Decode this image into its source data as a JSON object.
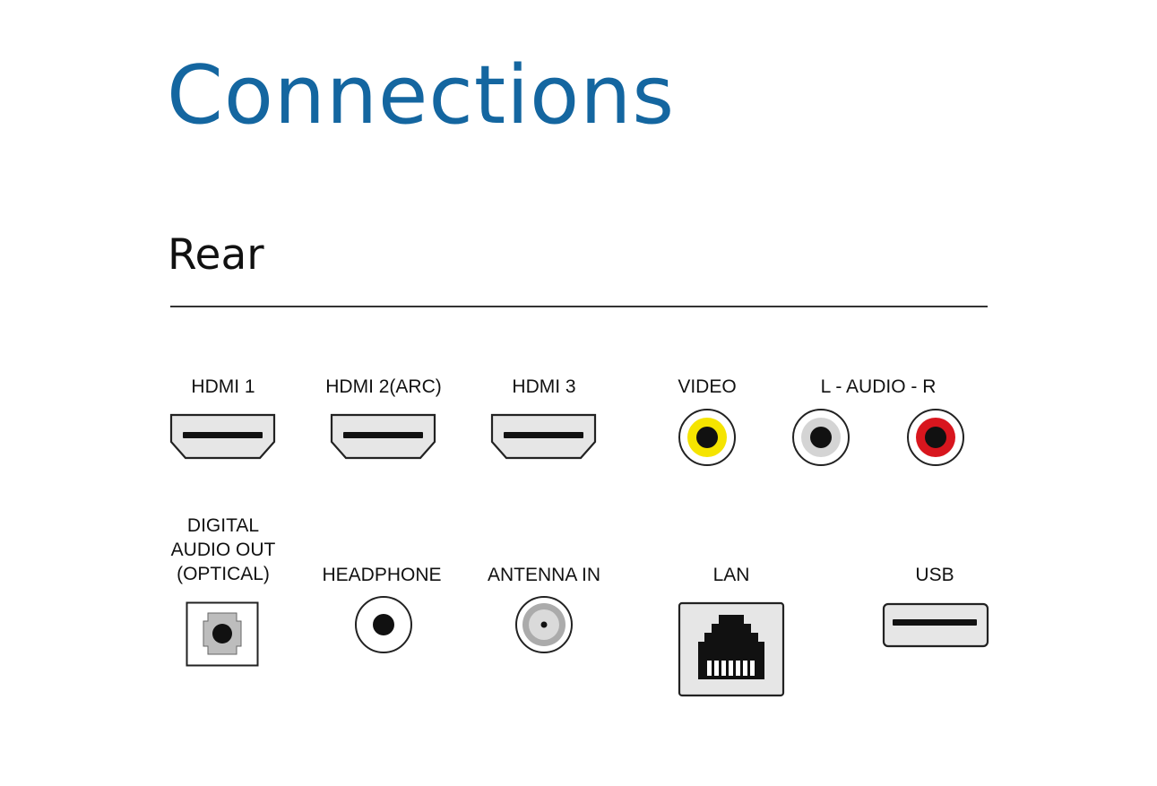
{
  "title": "Connections",
  "section": "Rear",
  "colors": {
    "title": "#1466a0",
    "port_fill": "#e6e6e6",
    "port_stroke": "#222222",
    "video_ring": "#f5e400",
    "audio_left_ring": "#d4d4d4",
    "audio_right_ring": "#d8161e"
  },
  "ports": {
    "hdmi1": {
      "label": "HDMI 1",
      "icon": "hdmi-port-icon"
    },
    "hdmi2": {
      "label": "HDMI 2(ARC)",
      "icon": "hdmi-port-icon"
    },
    "hdmi3": {
      "label": "HDMI 3",
      "icon": "hdmi-port-icon"
    },
    "video": {
      "label": "VIDEO",
      "icon": "rca-yellow-jack-icon"
    },
    "audio": {
      "label": "L - AUDIO - R",
      "icons": [
        "rca-white-jack-icon",
        "rca-red-jack-icon"
      ]
    },
    "optical": {
      "label_lines": [
        "DIGITAL",
        "AUDIO OUT",
        "(OPTICAL)"
      ],
      "icon": "optical-port-icon"
    },
    "headphone": {
      "label": "HEADPHONE",
      "icon": "headphone-jack-icon"
    },
    "antenna": {
      "label": "ANTENNA IN",
      "icon": "antenna-coax-icon"
    },
    "lan": {
      "label": "LAN",
      "icon": "ethernet-port-icon"
    },
    "usb": {
      "label": "USB",
      "icon": "usb-port-icon"
    }
  }
}
